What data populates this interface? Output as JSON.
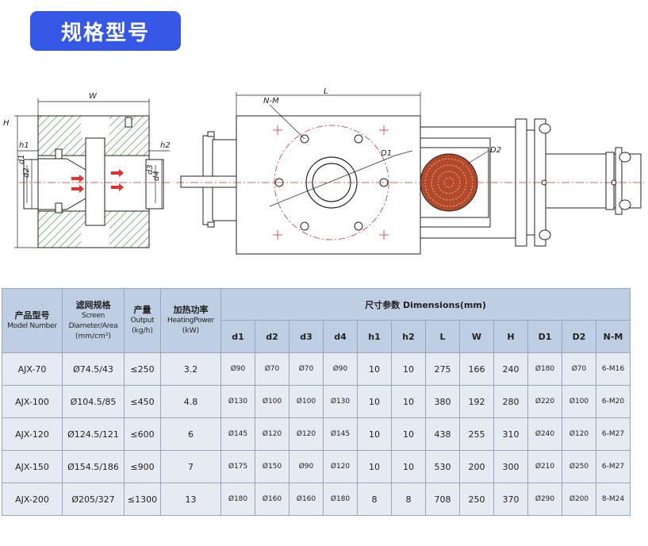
{
  "title": "规格型号",
  "drawing_labels": {
    "W": "W",
    "H": "H",
    "L": "L",
    "h1": "h1",
    "h2": "h2",
    "d1": "d1",
    "d2": "d2",
    "d3": "d3",
    "d4": "d4",
    "NM": "N-M",
    "D1": "D1",
    "D2": "D2"
  },
  "table": {
    "headers": {
      "model": {
        "cn": "产品型号",
        "en": "Model Number"
      },
      "screen": {
        "cn": "滤网规格",
        "en": "Screen Diameter/Area",
        "unit": "(mm/cm²)"
      },
      "output": {
        "cn": "产量",
        "en": "Output",
        "unit": "(kg/h)"
      },
      "power": {
        "cn": "加热功率",
        "en": "HeatingPower",
        "unit": "(kW)"
      },
      "dimensions": "尺寸参数 Dimensions(mm)"
    },
    "dim_columns": [
      "d1",
      "d2",
      "d3",
      "d4",
      "h1",
      "h2",
      "L",
      "W",
      "H",
      "D1",
      "D2",
      "N-M"
    ],
    "rows": [
      {
        "model": "AJX-70",
        "screen": "Ø74.5/43",
        "output": "≤250",
        "power": "3.2",
        "dims": [
          "Ø90",
          "Ø70",
          "Ø70",
          "Ø90",
          "10",
          "10",
          "275",
          "166",
          "240",
          "Ø180",
          "Ø70",
          "6-M16"
        ]
      },
      {
        "model": "AJX-100",
        "screen": "Ø104.5/85",
        "output": "≤450",
        "power": "4.8",
        "dims": [
          "Ø130",
          "Ø100",
          "Ø100",
          "Ø130",
          "10",
          "10",
          "380",
          "192",
          "280",
          "Ø220",
          "Ø100",
          "6-M20"
        ]
      },
      {
        "model": "AJX-120",
        "screen": "Ø124.5/121",
        "output": "≤600",
        "power": "6",
        "dims": [
          "Ø145",
          "Ø120",
          "Ø120",
          "Ø145",
          "10",
          "10",
          "438",
          "255",
          "310",
          "Ø240",
          "Ø120",
          "6-M27"
        ]
      },
      {
        "model": "AJX-150",
        "screen": "Ø154.5/186",
        "output": "≤900",
        "power": "7",
        "dims": [
          "Ø175",
          "Ø150",
          "Ø90",
          "Ø120",
          "10",
          "10",
          "530",
          "200",
          "300",
          "Ø210",
          "Ø250",
          "6-M27"
        ]
      },
      {
        "model": "AJX-200",
        "screen": "Ø205/327",
        "output": "≤1300",
        "power": "13",
        "dims": [
          "Ø180",
          "Ø160",
          "Ø160",
          "Ø180",
          "8",
          "8",
          "708",
          "250",
          "370",
          "Ø290",
          "Ø200",
          "8-M24"
        ]
      }
    ]
  }
}
